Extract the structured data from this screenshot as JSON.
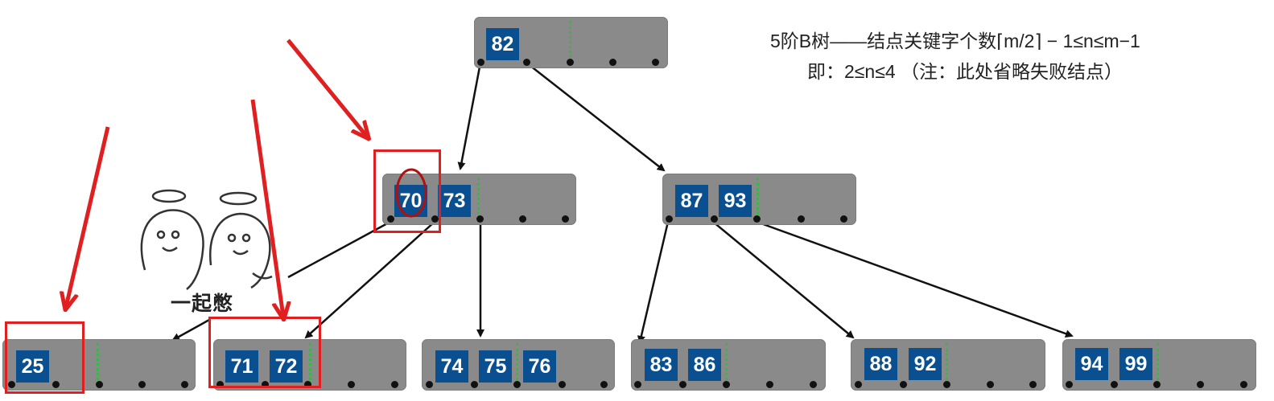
{
  "note": {
    "line1": "5阶B树——结点关键字个数⌈m/2⌉ − 1≤n≤m−1",
    "line2": "即：2≤n≤4 （注：此处省略失败结点）"
  },
  "tree": {
    "root": {
      "keys": [
        "82"
      ]
    },
    "level1": [
      {
        "keys": [
          "70",
          "73"
        ]
      },
      {
        "keys": [
          "87",
          "93"
        ]
      }
    ],
    "leaves": [
      {
        "keys": [
          "25"
        ]
      },
      {
        "keys": [
          "71",
          "72"
        ]
      },
      {
        "keys": [
          "74",
          "75",
          "76"
        ]
      },
      {
        "keys": [
          "83",
          "86"
        ]
      },
      {
        "keys": [
          "88",
          "92"
        ]
      },
      {
        "keys": [
          "94",
          "99"
        ]
      }
    ]
  },
  "meme": {
    "caption": "一起憋"
  },
  "colors": {
    "node_fill": "#8a8a8a",
    "key_fill": "#0a4f8f",
    "separator": "#39b54a",
    "annotation": "#e02020"
  }
}
